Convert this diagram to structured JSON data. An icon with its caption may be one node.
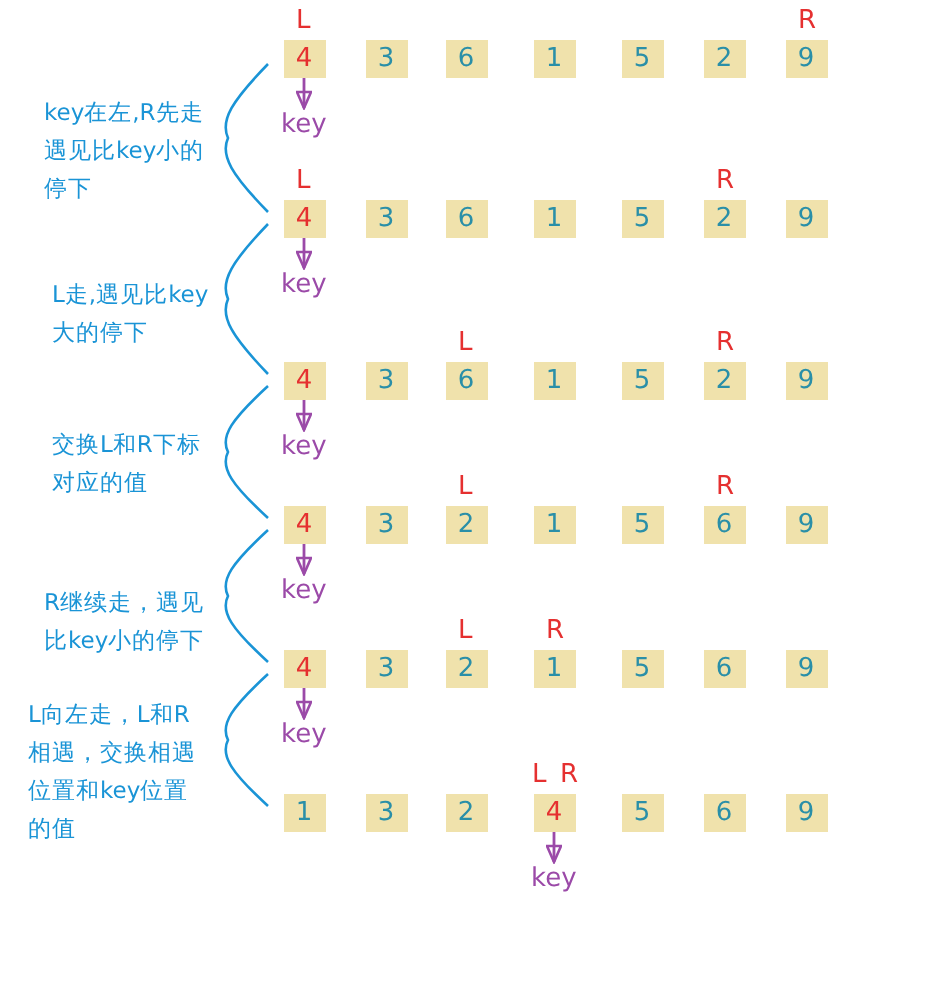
{
  "diagram": {
    "nodes": [
      {
        "text": [
          "4"
        ],
        "beside": [
          "L"
        ]
      },
      {
        "text": [
          "3"
        ]
      },
      {
        "text": [
          "6"
        ]
      },
      {
        "text": [
          "1"
        ]
      },
      {
        "text": [
          "5"
        ]
      },
      {
        "text": [
          "2"
        ]
      },
      {
        "text": [
          "9"
        ],
        "beside": [
          "R"
        ]
      },
      {
        "text": [
          "key"
        ]
      },
      {
        "text": [
          "4"
        ],
        "beside": [
          "L"
        ]
      },
      {
        "text": [
          "3"
        ]
      },
      {
        "text": [
          "6"
        ]
      },
      {
        "text": [
          "1"
        ]
      },
      {
        "text": [
          "5"
        ]
      },
      {
        "text": [
          "2"
        ],
        "beside": [
          "R"
        ]
      },
      {
        "text": [
          "9"
        ]
      },
      {
        "text": [
          "key"
        ]
      },
      {
        "text": [
          "4"
        ]
      },
      {
        "text": [
          "3"
        ]
      },
      {
        "text": [
          "6"
        ],
        "beside": [
          "L"
        ]
      },
      {
        "text": [
          "1"
        ]
      },
      {
        "text": [
          "5"
        ]
      },
      {
        "text": [
          "2"
        ],
        "beside": [
          "R"
        ]
      },
      {
        "text": [
          "9"
        ]
      },
      {
        "text": [
          "key"
        ]
      },
      {
        "text": [
          "4"
        ]
      },
      {
        "text": [
          "3"
        ]
      },
      {
        "text": [
          "2"
        ],
        "beside": [
          "L"
        ]
      },
      {
        "text": [
          "1"
        ]
      },
      {
        "text": [
          "5"
        ]
      },
      {
        "text": [
          "6"
        ],
        "beside": [
          "R"
        ]
      },
      {
        "text": [
          "9"
        ]
      },
      {
        "text": [
          "key"
        ]
      },
      {
        "text": [
          "4"
        ]
      },
      {
        "text": [
          "3"
        ]
      },
      {
        "text": [
          "2"
        ],
        "beside": [
          "L"
        ]
      },
      {
        "text": [
          "1"
        ],
        "beside": [
          "R"
        ]
      },
      {
        "text": [
          "5"
        ]
      },
      {
        "text": [
          "6"
        ]
      },
      {
        "text": [
          "9"
        ]
      },
      {
        "text": [
          "key"
        ]
      },
      {
        "text": [
          "1"
        ]
      },
      {
        "text": [
          "3"
        ]
      },
      {
        "text": [
          "2"
        ]
      },
      {
        "text": [
          "4"
        ],
        "beside": [
          "L",
          "R"
        ]
      },
      {
        "text": [
          "5"
        ]
      },
      {
        "text": [
          "6"
        ]
      },
      {
        "text": [
          "9"
        ]
      },
      {
        "text": [
          "key"
        ]
      }
    ],
    "edges": [
      {
        "from": 0,
        "to": 7,
        "arrow": "to"
      },
      {
        "from": 8,
        "to": 15,
        "arrow": "to"
      },
      {
        "from": 16,
        "to": 23,
        "arrow": "to"
      },
      {
        "from": 24,
        "to": 31,
        "arrow": "to"
      },
      {
        "from": 32,
        "to": 39,
        "arrow": "to"
      },
      {
        "from": 43,
        "to": 47,
        "arrow": "to"
      }
    ],
    "labels": [
      "key在左,R先走遇见比key小的停下",
      "L走,遇见比key大的停下",
      "交换L和R下标对应的值",
      "R继续走，遇见比key小的停下",
      "L向左走，L和R相遇，交换相遇位置和key位置的值"
    ]
  }
}
